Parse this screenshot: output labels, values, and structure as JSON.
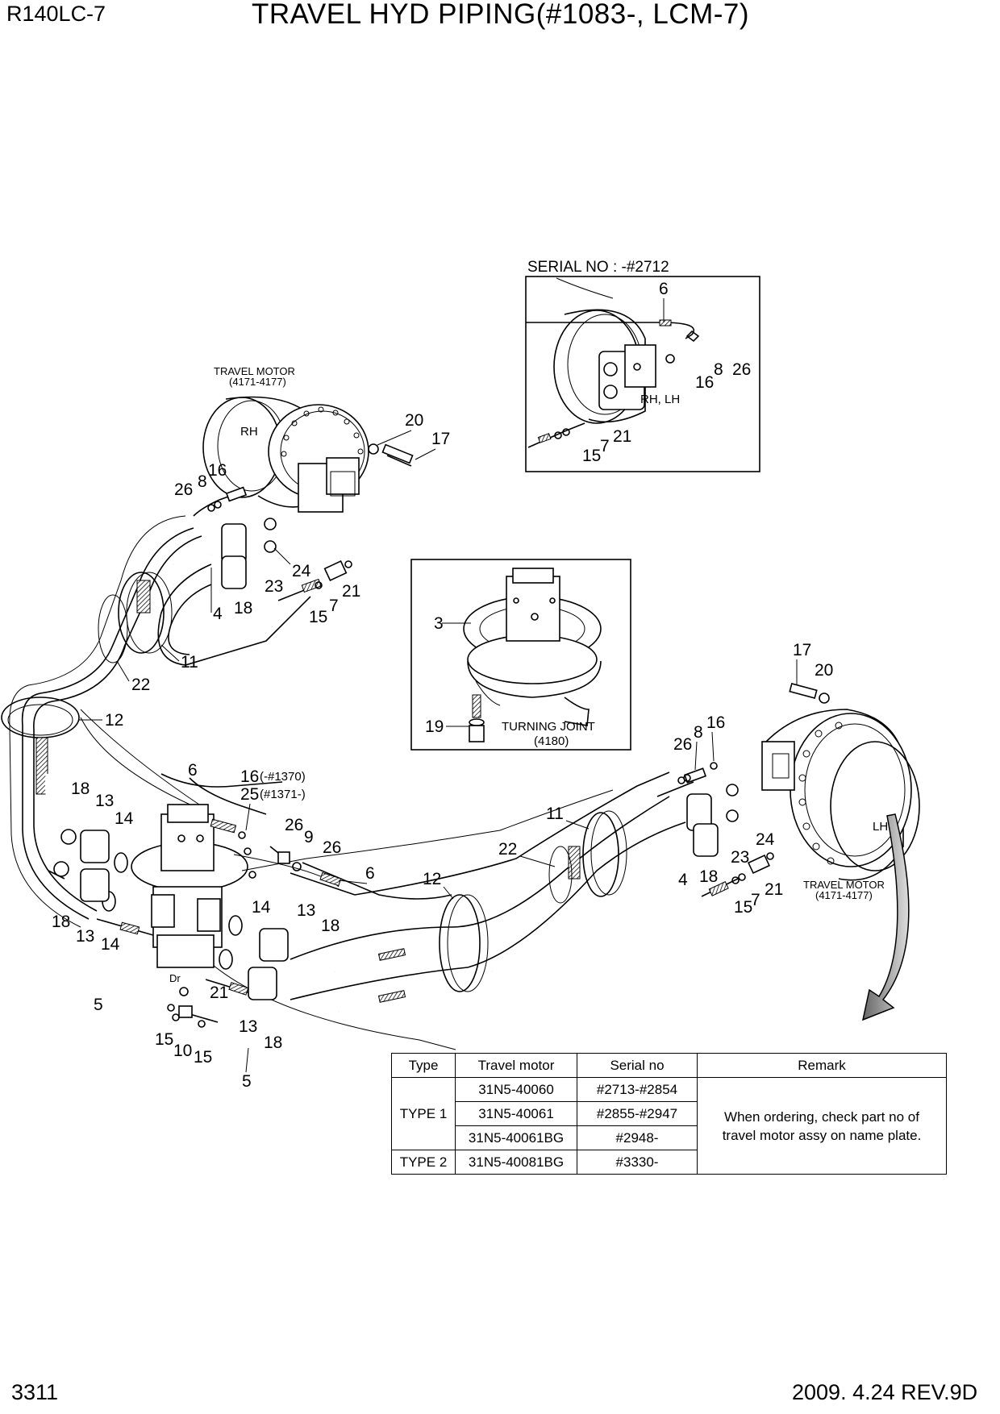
{
  "header": {
    "model": "R140LC-7",
    "title": "TRAVEL HYD PIPING(#1083-, LCM-7)"
  },
  "footer": {
    "page": "3311",
    "revision": "2009. 4.24  REV.9D"
  },
  "labels": {
    "serial_no": "SERIAL NO : -#2712",
    "travel_motor_rh": "TRAVEL MOTOR",
    "travel_motor_rh_code": "(4171-4177)",
    "rh": "RH",
    "rh_lh": "RH, LH",
    "travel_motor_lh": "TRAVEL MOTOR",
    "travel_motor_lh_code": "(4171-4177)",
    "lh": "LH",
    "turning_joint": "TURNING JOINT",
    "turning_joint_code": "(4180)",
    "serial_1370": "(-#1370)",
    "serial_1371": "(#1371-)"
  },
  "table": {
    "headers": [
      "Type",
      "Travel motor",
      "Serial no",
      "Remark"
    ],
    "type1": "TYPE 1",
    "type2": "TYPE 2",
    "rows": [
      {
        "motor": "31N5-40060",
        "serial": "#2713-#2854"
      },
      {
        "motor": "31N5-40061",
        "serial": "#2855-#2947"
      },
      {
        "motor": "31N5-40061BG",
        "serial": "#2948-"
      },
      {
        "motor": "31N5-40081BG",
        "serial": "#3330-"
      }
    ],
    "remark_line1": "When ordering, check part no of",
    "remark_line2": "travel motor assy on name plate."
  },
  "callouts": {
    "c6a": "6",
    "c8a": "8",
    "c26a": "26",
    "c16a": "16",
    "c21a": "21",
    "c15a": "15",
    "c7a": "7",
    "c20a": "20",
    "c17a": "17",
    "c26b": "26",
    "c8b": "8",
    "c16b": "16",
    "c24a": "24",
    "c23a": "23",
    "c21b": "21",
    "c7b": "7",
    "c15b": "15",
    "c4a": "4",
    "c18a": "18",
    "c11a": "11",
    "c22a": "22",
    "c12a": "12",
    "c3": "3",
    "c19": "19",
    "c17b": "17",
    "c20b": "20",
    "c26c": "26",
    "c8c": "8",
    "c16c": "16",
    "c6b": "6",
    "c16d": "16",
    "c25": "25",
    "c18b": "18",
    "c13a": "13",
    "c14a": "14",
    "c26d": "26",
    "c9": "9",
    "c26e": "26",
    "c6c": "6",
    "c11b": "11",
    "c22b": "22",
    "c12b": "12",
    "c23b": "23",
    "c24b": "24",
    "c4b": "4",
    "c18c": "18",
    "c21c": "21",
    "c7c": "7",
    "c15c": "15",
    "c18d": "18",
    "c13b": "13",
    "c14b": "14",
    "c14c": "14",
    "c13c": "13",
    "c18e": "18",
    "c21d": "21",
    "c5a": "5",
    "c15d": "15",
    "c10": "10",
    "c15e": "15",
    "c13d": "13",
    "c18f": "18",
    "c5b": "5"
  }
}
